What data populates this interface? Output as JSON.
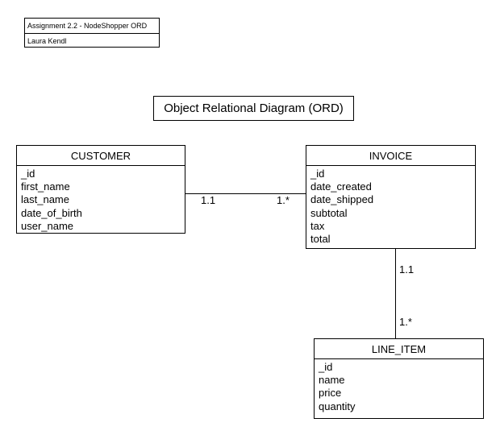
{
  "note": {
    "title": "Assignment 2.2 - NodeShopper ORD",
    "author": "Laura Kendl"
  },
  "diagram_title": "Object Relational Diagram (ORD)",
  "entities": {
    "customer": {
      "name": "CUSTOMER",
      "attributes": [
        "_id",
        "first_name",
        "last_name",
        "date_of_birth",
        "user_name"
      ]
    },
    "invoice": {
      "name": "INVOICE",
      "attributes": [
        "_id",
        "date_created",
        "date_shipped",
        "subtotal",
        "tax",
        "total"
      ]
    },
    "line_item": {
      "name": "LINE_ITEM",
      "attributes": [
        "_id",
        "name",
        "price",
        "quantity"
      ]
    }
  },
  "relationships": {
    "customer_invoice": {
      "from_multiplicity": "1.1",
      "to_multiplicity": "1.*"
    },
    "invoice_line_item": {
      "from_multiplicity": "1.1",
      "to_multiplicity": "1.*"
    }
  }
}
